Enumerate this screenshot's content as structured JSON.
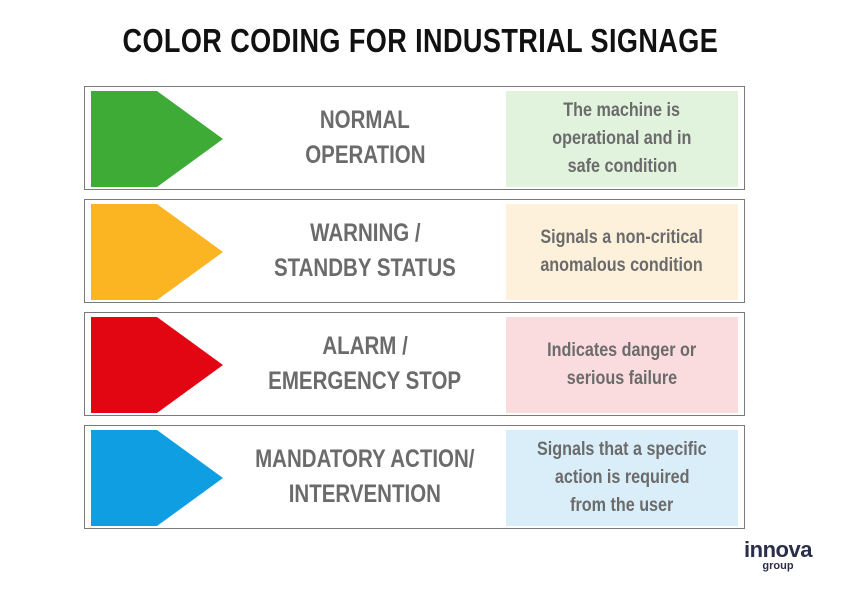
{
  "title": "COLOR CODING FOR INDUSTRIAL SIGNAGE",
  "rows": [
    {
      "color": "#3dab35",
      "bg": "#e1f2dd",
      "label": [
        "NORMAL",
        "OPERATION"
      ],
      "desc": [
        "The machine is",
        "operational and in",
        "safe condition"
      ]
    },
    {
      "color": "#fbb522",
      "bg": "#fdf1dc",
      "label": [
        "WARNING /",
        "STANDBY STATUS"
      ],
      "desc": [
        "Signals a non-critical",
        "anomalous condition"
      ]
    },
    {
      "color": "#e20613",
      "bg": "#fadcdf",
      "label": [
        "ALARM /",
        "EMERGENCY STOP"
      ],
      "desc": [
        "Indicates danger or",
        "serious failure"
      ]
    },
    {
      "color": "#0f9ee2",
      "bg": "#d9eef9",
      "label": [
        "MANDATORY ACTION/",
        "INTERVENTION"
      ],
      "desc": [
        "Signals that a specific",
        "action is required",
        "from the user"
      ]
    }
  ],
  "logo": {
    "brand": "innova",
    "sub": "group",
    "color": "#2b2e4a"
  }
}
